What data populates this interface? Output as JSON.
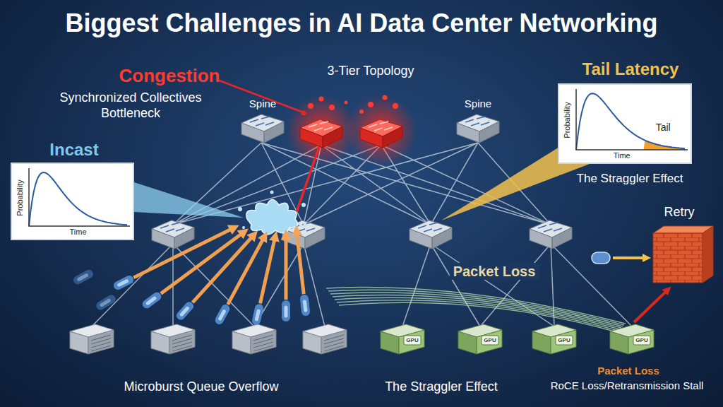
{
  "diagram": {
    "title": "Biggest Challenges in AI Data Center Networking",
    "nodes": [
      {
        "text": [
          "Spine"
        ]
      },
      {
        "text": [
          "Spine"
        ]
      },
      {
        "text": [
          "Probability",
          "Time"
        ]
      },
      {
        "text": [
          "Probability",
          "Time",
          "Tail"
        ]
      },
      {
        "text": [
          "GPU"
        ]
      },
      {
        "text": [
          "GPU"
        ]
      },
      {
        "text": [
          "GPU"
        ]
      },
      {
        "text": [
          "GPU"
        ]
      }
    ],
    "labels": [
      "Congestion",
      "Synchronized Collectives Bottleneck",
      "3-Tier Topology",
      "Tail Latency",
      "The Straggler Effect",
      "Incast",
      "Retry",
      "Packet Loss",
      "Microburst Queue Overflow",
      "The Straggler Effect",
      "Packet Loss",
      "RoCE Loss/Retransmission Stall"
    ]
  }
}
